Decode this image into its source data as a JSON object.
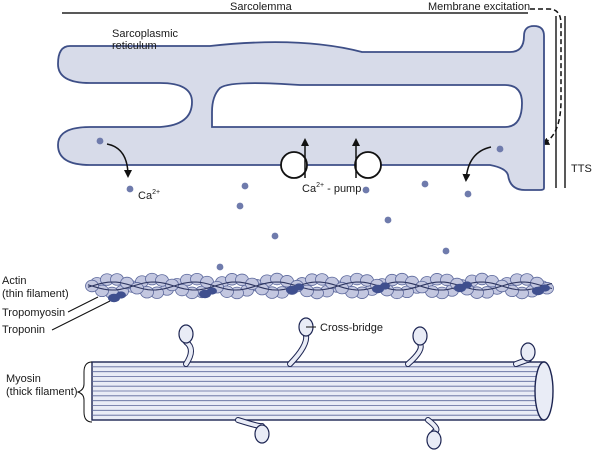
{
  "labels": {
    "sarcolemma": "Sarcolemma",
    "membrane_excitation": "Membrane excitation",
    "sr_line1": "Sarcoplasmic",
    "sr_line2": "reticulum",
    "tts": "TTS",
    "ca_base": "Ca",
    "ca_sup": "2+",
    "pump_base": "Ca",
    "pump_sup": "2+",
    "pump_suffix": " - pump",
    "actin_line1": "Actin",
    "actin_line2": "(thin filament)",
    "tropomyosin": "Tropomyosin",
    "troponin": "Troponin",
    "cross_bridge": "Cross-bridge",
    "myosin_line1": "Myosin",
    "myosin_line2": "(thick filament)"
  },
  "colors": {
    "sr_fill": "#d7dbe9",
    "sr_stroke": "#3e4f87",
    "ion": "#6f7bac",
    "bead_fill": "#c3c7e0",
    "bead_stroke": "#5b679b",
    "troponin": "#3f4f8e",
    "myosin_fill": "#e9ecf6"
  }
}
